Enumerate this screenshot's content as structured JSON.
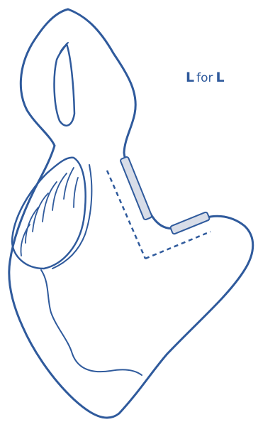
{
  "heading": {
    "letter": "L",
    "connector": "for",
    "word": "L"
  },
  "colors": {
    "stroke": "#2f5a9c",
    "brace_fill": "#d8dde8",
    "background": "#ffffff"
  }
}
